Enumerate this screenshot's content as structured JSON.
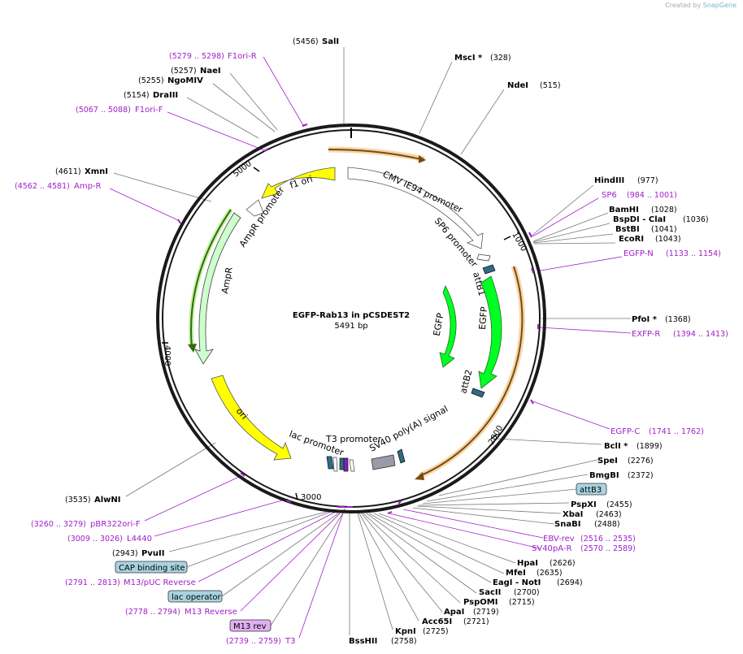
{
  "credit": {
    "prefix": "Created by",
    "brand": "SnapGene"
  },
  "plasmid": {
    "name": "EGFP-Rab13 in pCSDEST2",
    "length": "5491 bp"
  },
  "ticks": [
    "1000",
    "2000",
    "3000",
    "4000",
    "5000"
  ],
  "features": {
    "f1_ori": "f1 ori",
    "cmv": "CMV IE94 promoter",
    "sp6_promoter": "SP6 promoter",
    "attb1": "attB1",
    "egfp_outer": "EGFP",
    "egfp_inner": "EGFP",
    "attb2": "attB2",
    "sv40": "SV40 poly(A) signal",
    "t3_promoter": "T3 promoter",
    "lac_promoter": "lac promoter",
    "ori": "ori",
    "ampr": "AmpR",
    "ampr_promoter": "AmpR promoter"
  },
  "left_labels": [
    {
      "name": "SalI",
      "pos": "(5456)",
      "type": "site"
    },
    {
      "name": "F1ori-R",
      "pos": "(5279 .. 5298)",
      "type": "primer"
    },
    {
      "name": "NaeI",
      "pos": "(5257)",
      "type": "site"
    },
    {
      "name": "NgoMIV",
      "pos": "(5255)",
      "type": "site"
    },
    {
      "name": "DraIII",
      "pos": "(5154)",
      "type": "site"
    },
    {
      "name": "F1ori-F",
      "pos": "(5067 .. 5088)",
      "type": "primer"
    },
    {
      "name": "XmnI",
      "pos": "(4611)",
      "type": "site"
    },
    {
      "name": "Amp-R",
      "pos": "(4562 .. 4581)",
      "type": "primer"
    },
    {
      "name": "AlwNI",
      "pos": "(3535)",
      "type": "site"
    },
    {
      "name": "pBR322ori-F",
      "pos": "(3260 .. 3279)",
      "type": "primer"
    },
    {
      "name": "L4440",
      "pos": "(3009 .. 3026)",
      "type": "primer"
    },
    {
      "name": "PvuII",
      "pos": "(2943)",
      "type": "site"
    },
    {
      "name": "CAP binding site",
      "pos": "",
      "type": "boxblue"
    },
    {
      "name": "M13/pUC Reverse",
      "pos": "(2791 .. 2813)",
      "type": "primer"
    },
    {
      "name": "lac operator",
      "pos": "",
      "type": "boxblue"
    },
    {
      "name": "M13 Reverse",
      "pos": "(2778 .. 2794)",
      "type": "primer"
    },
    {
      "name": "M13 rev",
      "pos": "",
      "type": "boxpurple"
    },
    {
      "name": "T3",
      "pos": "(2739 .. 2759)",
      "type": "primer"
    },
    {
      "name": "BssHII",
      "pos": "(2758)",
      "type": "site"
    }
  ],
  "right_labels": [
    {
      "name": "MscI *",
      "pos": "(328)",
      "type": "site"
    },
    {
      "name": "NdeI",
      "pos": "(515)",
      "type": "site"
    },
    {
      "name": "HindIII",
      "pos": "(977)",
      "type": "site"
    },
    {
      "name": "SP6",
      "pos": "(984 .. 1001)",
      "type": "primer"
    },
    {
      "name": "BamHI",
      "pos": "(1028)",
      "type": "site"
    },
    {
      "name": "BspDI - ClaI",
      "pos": "(1036)",
      "type": "site"
    },
    {
      "name": "BstBI",
      "pos": "(1041)",
      "type": "site"
    },
    {
      "name": "EcoRI",
      "pos": "(1043)",
      "type": "site"
    },
    {
      "name": "EGFP-N",
      "pos": "(1133 .. 1154)",
      "type": "primer"
    },
    {
      "name": "PfoI *",
      "pos": "(1368)",
      "type": "site"
    },
    {
      "name": "EXFP-R",
      "pos": "(1394 .. 1413)",
      "type": "primer"
    },
    {
      "name": "EGFP-C",
      "pos": "(1741 .. 1762)",
      "type": "primer"
    },
    {
      "name": "BclI *",
      "pos": "(1899)",
      "type": "site"
    },
    {
      "name": "SpeI",
      "pos": "(2276)",
      "type": "site"
    },
    {
      "name": "BmgBI",
      "pos": "(2372)",
      "type": "site"
    },
    {
      "name": "attB3",
      "pos": "",
      "type": "boxblue"
    },
    {
      "name": "PspXI",
      "pos": "(2455)",
      "type": "site"
    },
    {
      "name": "XbaI",
      "pos": "(2463)",
      "type": "site"
    },
    {
      "name": "SnaBI",
      "pos": "(2488)",
      "type": "site"
    },
    {
      "name": "EBV-rev",
      "pos": "(2516 .. 2535)",
      "type": "primer"
    },
    {
      "name": "SV40pA-R",
      "pos": "(2570 .. 2589)",
      "type": "primer"
    },
    {
      "name": "HpaI",
      "pos": "(2626)",
      "type": "site"
    },
    {
      "name": "MfeI",
      "pos": "(2635)",
      "type": "site"
    },
    {
      "name": "EagI - NotI",
      "pos": "(2694)",
      "type": "site"
    },
    {
      "name": "SacII",
      "pos": "(2700)",
      "type": "site"
    },
    {
      "name": "PspOMI",
      "pos": "(2715)",
      "type": "site"
    },
    {
      "name": "ApaI",
      "pos": "(2719)",
      "type": "site"
    },
    {
      "name": "Acc65I",
      "pos": "(2721)",
      "type": "site"
    },
    {
      "name": "KpnI",
      "pos": "(2725)",
      "type": "site"
    }
  ],
  "colors": {
    "backbone": "#1a1a1a",
    "yellow_feature": "#ffff00",
    "green_feature": "#00ff22",
    "light_green": "#ccffcc",
    "orange_primer": "#f0a030",
    "primer_text": "#a020c8",
    "teal": "#2e6d80",
    "grey": "#9a9aa8",
    "box_blue": "#a8d4e0",
    "box_purple": "#e0b0f0"
  }
}
